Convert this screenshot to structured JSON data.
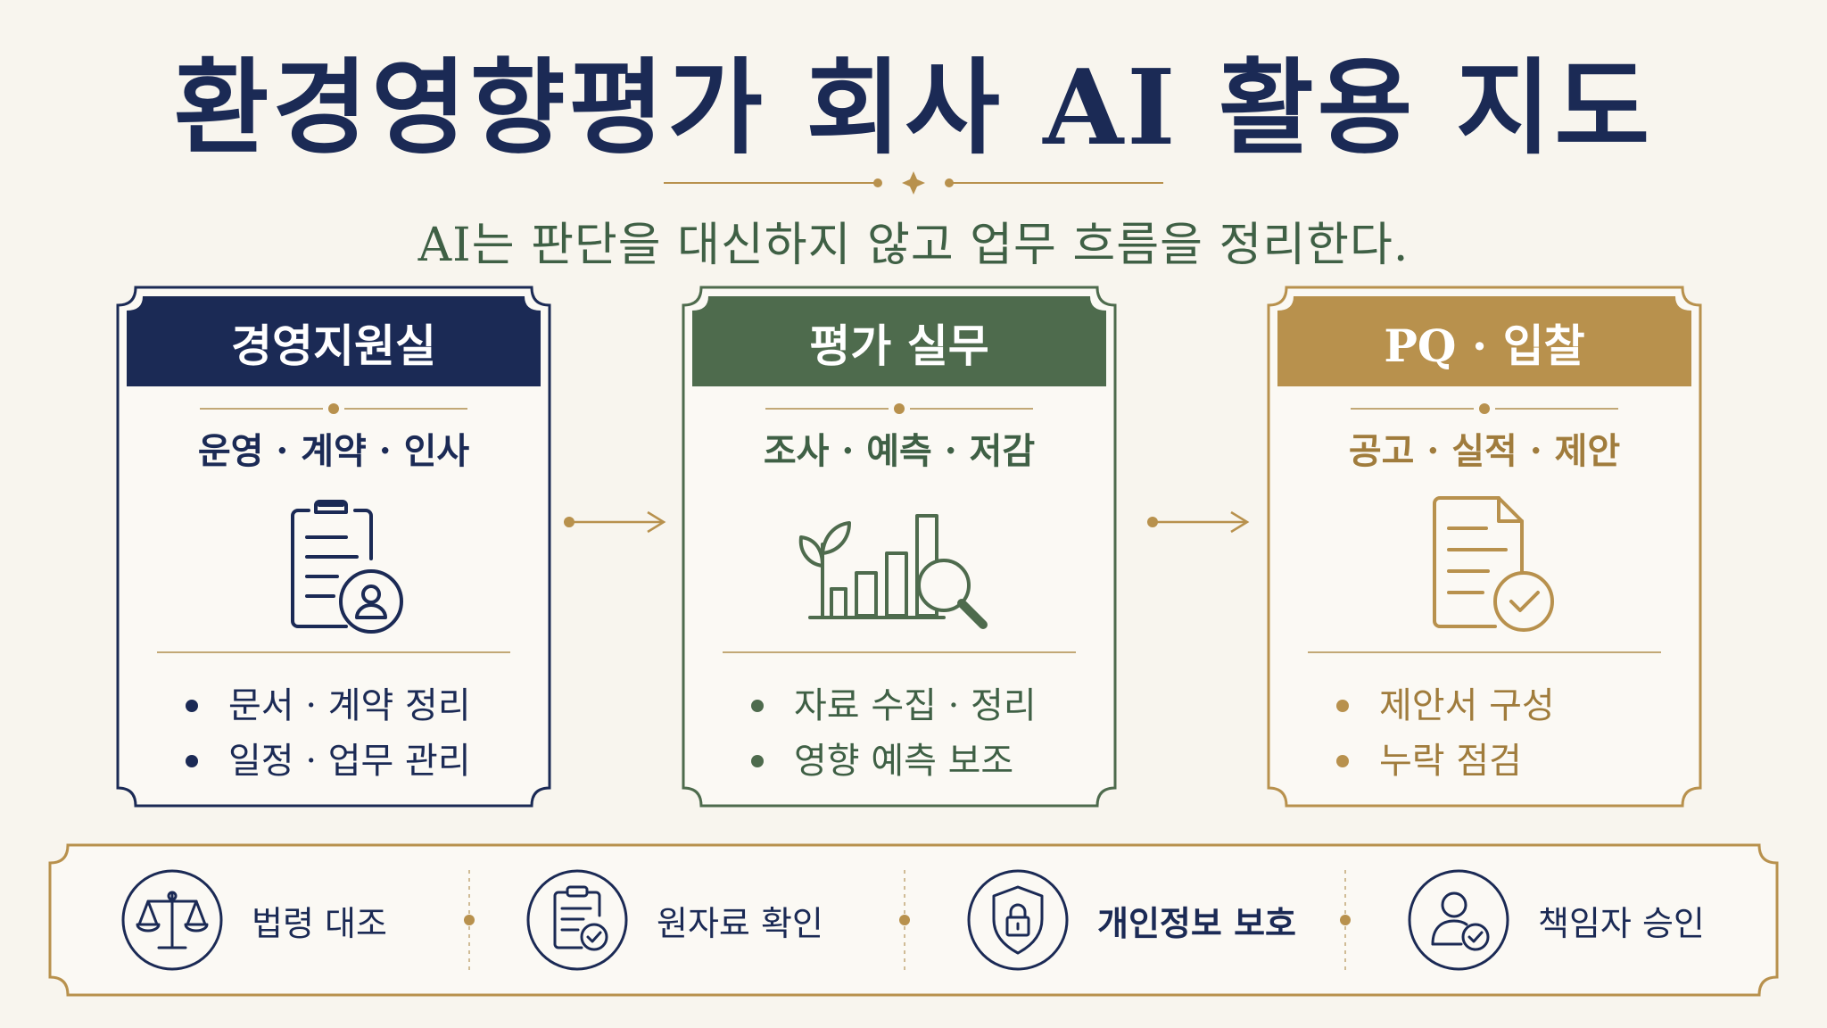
{
  "title": "환경영향평가 회사 AI 활용 지도",
  "subtitle": "AI는 판단을 대신하지 않고 업무 흐름을 정리한다.",
  "colors": {
    "navy": "#1b2a55",
    "green": "#4e6b4d",
    "gold": "#b8914d",
    "background": "#f8f5ee"
  },
  "cards": [
    {
      "title": "경영지원실",
      "subtitle": "운영 · 계약 · 인사",
      "icon": "clipboard-user-icon",
      "color": "#1b2a55",
      "bullets": [
        "문서 · 계약 정리",
        "일정 · 업무 관리"
      ]
    },
    {
      "title": "평가 실무",
      "subtitle": "조사 · 예측 · 저감",
      "icon": "chart-magnifier-icon",
      "color": "#4e6b4d",
      "bullets": [
        "자료 수집 · 정리",
        "영향 예측 보조"
      ]
    },
    {
      "title": "PQ · 입찰",
      "subtitle": "공고 · 실적 · 제안",
      "icon": "document-check-icon",
      "color": "#b8914d",
      "bullets": [
        "제안서 구성",
        "누락 점검"
      ]
    }
  ],
  "safeguards": [
    {
      "label": "법령 대조",
      "icon": "scales-icon"
    },
    {
      "label": "원자료 확인",
      "icon": "clipboard-check-icon"
    },
    {
      "label": "개인정보 보호",
      "icon": "shield-lock-icon"
    },
    {
      "label": "책임자 승인",
      "icon": "user-check-icon"
    }
  ]
}
